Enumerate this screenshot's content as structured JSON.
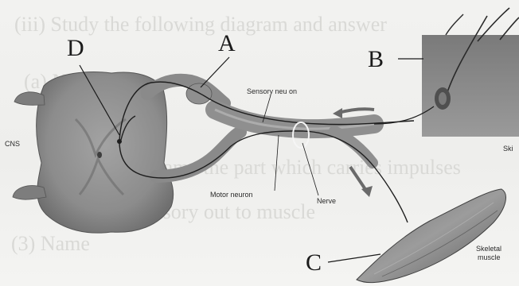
{
  "faded_text": {
    "line1": "(iii) Study the following diagram and answer",
    "line2": "(a) Name",
    "line3": "(2) Name the part which carries impulses",
    "line4": "sensory out to muscle",
    "line5": "(3) Name"
  },
  "labels": {
    "A": "A",
    "B": "B",
    "C": "C",
    "D": "D",
    "cns": "CNS",
    "sensory_neuron": "Sensory neu on",
    "motor_neuron": "Motor neuron",
    "nerve": "Nerve",
    "skin": "Ski",
    "skeletal_muscle_1": "Skeletal",
    "skeletal_muscle_2": "muscle"
  },
  "colors": {
    "tissue": "#8f8f8f",
    "tissue_dark": "#5e5e5e",
    "ink": "#1b1b1b"
  }
}
